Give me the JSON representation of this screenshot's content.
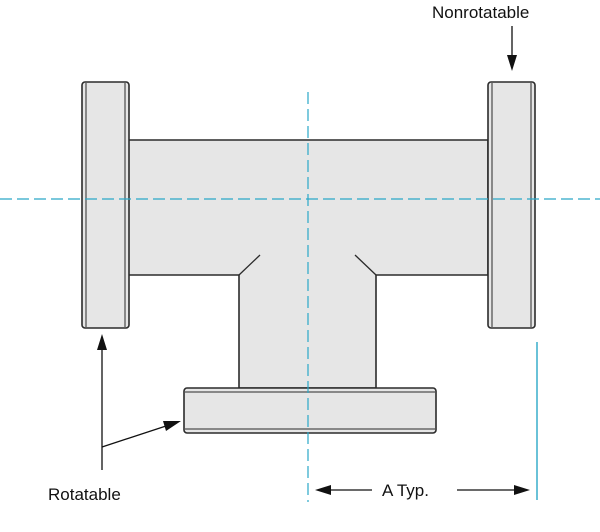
{
  "labels": {
    "nonrotatable": "Nonrotatable",
    "rotatable": "Rotatable",
    "dimension": "A Typ."
  },
  "colors": {
    "body_fill": "#e6e6e6",
    "outline": "#2b2b2b",
    "centerline": "#2aa8c8",
    "extension_line": "#2aa8c8",
    "text": "#111111"
  }
}
